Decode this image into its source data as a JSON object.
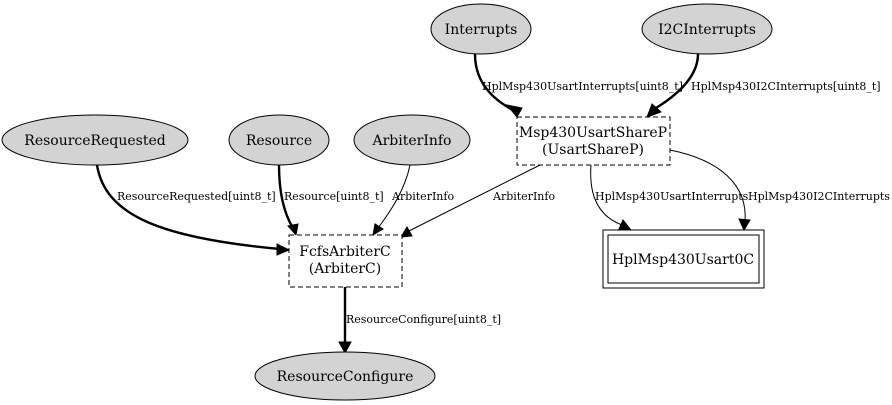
{
  "nodes": {
    "interrupts": "Interrupts",
    "i2c_interrupts": "I2CInterrupts",
    "resource_requested": "ResourceRequested",
    "resource": "Resource",
    "arbiter_info": "ArbiterInfo",
    "usart_share_p": {
      "line1": "Msp430UsartShareP",
      "line2": "(UsartShareP)"
    },
    "fcfs_arbiter_c": {
      "line1": "FcfsArbiterC",
      "line2": "(ArbiterC)"
    },
    "hpl_usart0c": "HplMsp430Usart0C",
    "resource_configure": "ResourceConfigure"
  },
  "edges": {
    "interrupts_to_share": "HplMsp430UsartInterrupts[uint8_t]",
    "i2c_to_share": "HplMsp430I2CInterrupts[uint8_t]",
    "resreq_to_arbiter": "ResourceRequested[uint8_t]",
    "resource_to_arbiter": "Resource[uint8_t]",
    "arbinfo_to_arbiter": "ArbiterInfo",
    "share_to_arbiter": "ArbiterInfo",
    "share_to_usart_interrupts": "HplMsp430UsartInterrupts",
    "share_to_usart_i2c": "HplMsp430I2CInterrupts",
    "arbiter_to_configure": "ResourceConfigure[uint8_t]"
  }
}
